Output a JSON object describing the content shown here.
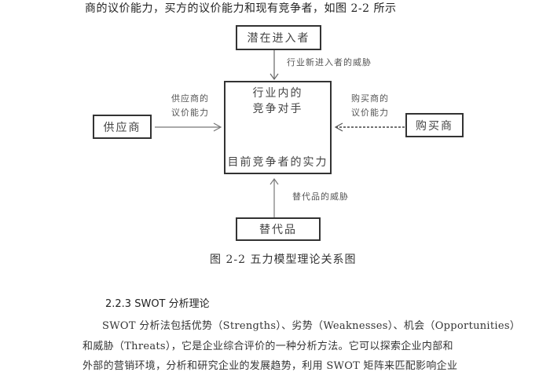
{
  "intro_line": "商的议价能力，买方的议价能力和现有竞争者，如图 2-2 所示",
  "diagram": {
    "top_box": "潜在进入者",
    "top_arrow_label": "行业新进入者的威胁",
    "center_box": {
      "line1": "行业内的",
      "line2": "竞争对手",
      "bottom": "目前竞争者的实力"
    },
    "left_box": "供应商",
    "left_arrow_label_line1": "供应商的",
    "left_arrow_label_line2": "议价能力",
    "right_box": "购买商",
    "right_arrow_label_line1": "购买商的",
    "right_arrow_label_line2": "议价能力",
    "bottom_arrow_label": "替代品的威胁",
    "bottom_box": "替代品",
    "caption": "图 2-2  五力模型理论关系图"
  },
  "section": {
    "heading": "2.2.3 SWOT 分析理论",
    "paragraph_lines": [
      "SWOT  分析法包括优势（Strengths）、劣势（Weaknesses）、机会（Opportunities）",
      "和威胁（Threats），它是企业综合评价的一种分析方法。它可以探索企业内部和",
      "外部的营销环境，分析和研究企业的发展趋势，利用 SWOT 矩阵来匹配影响企业"
    ]
  }
}
